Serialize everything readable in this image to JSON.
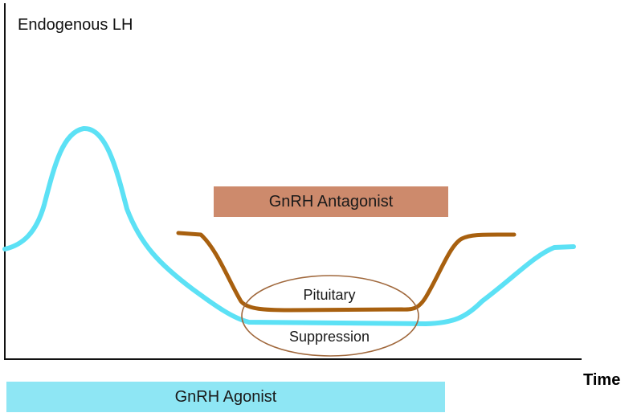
{
  "y_axis_title": "Endogenous LH",
  "x_axis_title": "Time",
  "antagonist_bar": {
    "label": "GnRH Antagonist",
    "color": "#cd8a6c"
  },
  "agonist_bar": {
    "label": "GnRH Agonist",
    "color": "#8ee6f4"
  },
  "suppression_oval": {
    "label_top": "Pituitary",
    "label_bottom": "Suppression",
    "stroke_color": "#a0683c"
  },
  "curves": {
    "agonist_curve_color": "#5ce1f5",
    "antagonist_curve_color": "#a8600f"
  }
}
